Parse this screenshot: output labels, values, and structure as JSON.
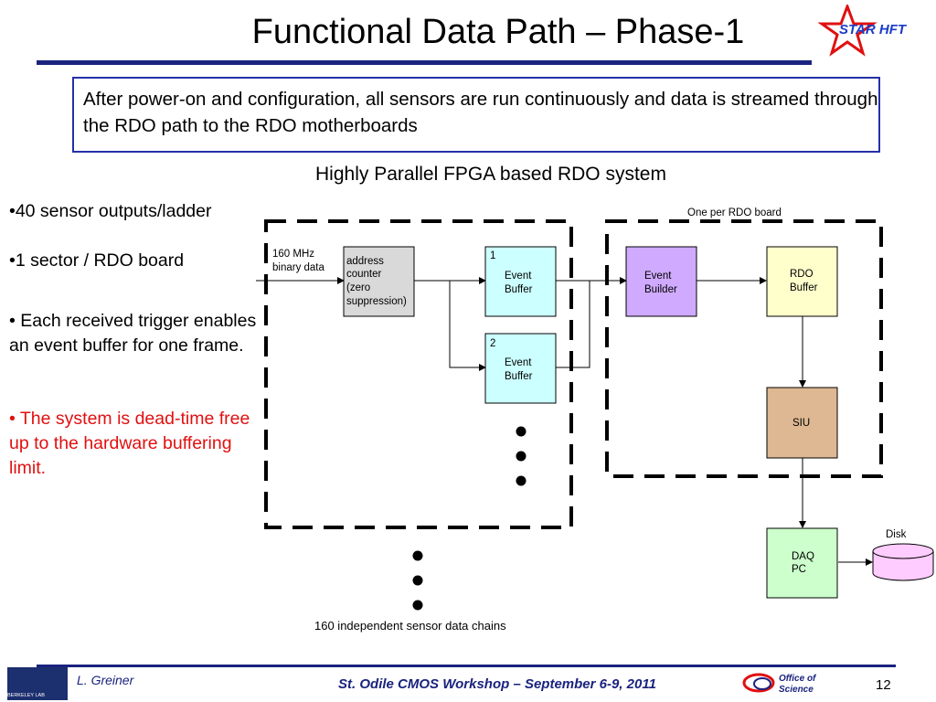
{
  "slide": {
    "title": "Functional Data Path – Phase-1",
    "logo_text": "STAR HFT",
    "intro": "After power-on and configuration, all sensors are run continuously and data is streamed through the RDO path to the RDO motherboards",
    "diagram_title": "Highly Parallel FPGA based RDO system"
  },
  "bullets": [
    "•40 sensor outputs/ladder",
    "•1 sector / RDO board",
    "• Each received trigger enables an event buffer for one frame.",
    "• The system is dead-time free up to the hardware buffering limit."
  ],
  "diagram": {
    "input_label_1": "160 MHz",
    "input_label_2": "binary data",
    "addr_lines": [
      "address",
      "counter",
      "(zero",
      "suppression)"
    ],
    "buf1_num": "1",
    "buf2_num": "2",
    "event": "Event",
    "buffer": "Buffer",
    "builder": "Builder",
    "rdo": "RDO",
    "siu": "SIU",
    "daq": "DAQ",
    "pc": "PC",
    "disk": "Disk",
    "rdo_board_label": "One per RDO board",
    "chains_label": "160 independent sensor data chains",
    "colors": {
      "addr_fill": "#d9d9d9",
      "buffer_fill": "#ccffff",
      "builder_fill": "#cfaaff",
      "rdo_fill": "#ffffcc",
      "siu_fill": "#ddb892",
      "daq_fill": "#ccffcc",
      "disk_fill": "#ffccff"
    }
  },
  "footer": {
    "author": "L. Greiner",
    "conference": "St. Odile CMOS Workshop – September 6-9, 2011",
    "page": "12",
    "lab_logo_text": "BERKELEY LAB",
    "doe_text_1": "Office of",
    "doe_text_2": "Science"
  }
}
